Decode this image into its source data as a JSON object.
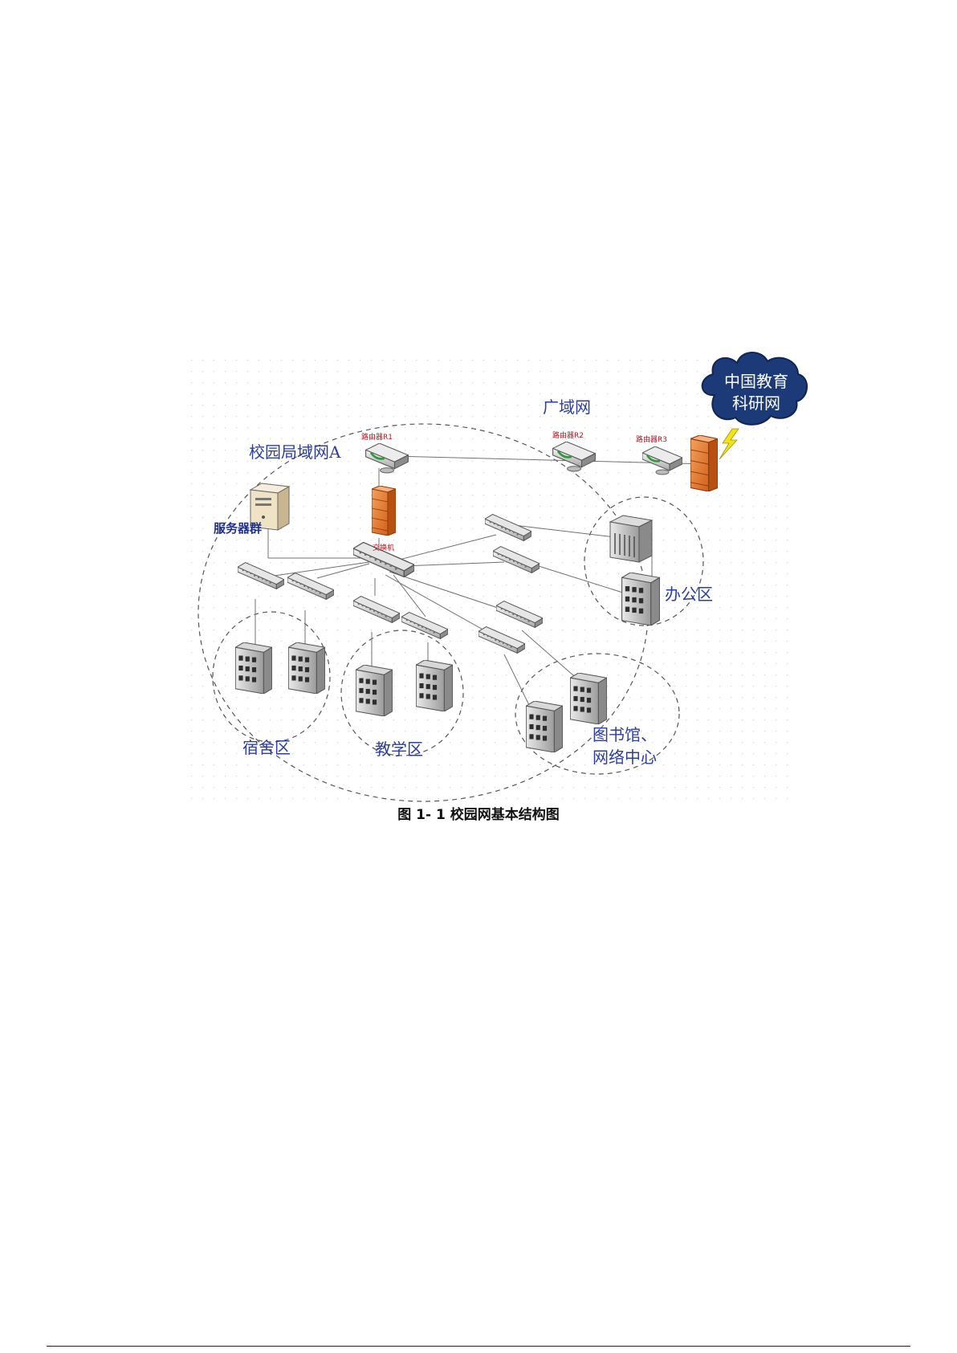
{
  "diagram": {
    "labels": {
      "campus_lan": "校园局域网A",
      "wan": "广域网",
      "cernet_line1": "中国教育",
      "cernet_line2": "科研网",
      "router1": "路由器R1",
      "router2": "路由器R2",
      "router3": "路由器R3",
      "switch": "交换机",
      "server_group": "服务器群",
      "office_zone": "办公区",
      "dorm_zone": "宿舍区",
      "teaching_zone": "教学区",
      "library_line1": "图书馆、",
      "library_line2": "网络中心"
    },
    "colors": {
      "label_blue": "#2b3f9e",
      "label_red": "#c0101a",
      "firewall": "#e8792a",
      "cloud": "#1c3a78",
      "lightning": "#f2e21a"
    }
  },
  "caption": "图 1- 1  校园网基本结构图"
}
